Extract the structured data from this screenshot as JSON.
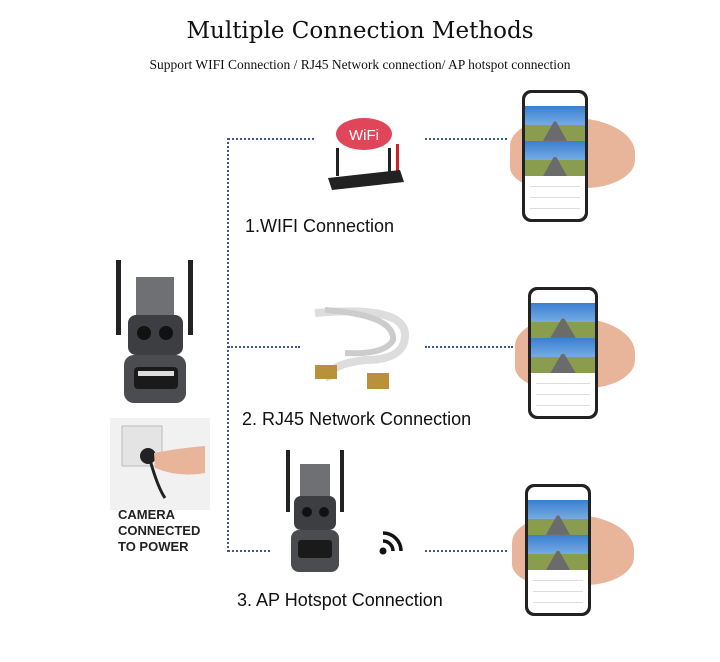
{
  "header": {
    "title": "Multiple Connection Methods",
    "subtitle": "Support WIFI Connection / RJ45 Network connection/ AP hotspot connection"
  },
  "methods": [
    {
      "label": "1.WIFI Connection",
      "icon": "wifi-router-icon",
      "badge": "WiFi"
    },
    {
      "label": "2. RJ45 Network Connection",
      "icon": "ethernet-cable-icon"
    },
    {
      "label": "3. AP Hotspot Connection",
      "icon": "wifi-signal-icon"
    }
  ],
  "power": {
    "caption_lines": [
      "CAMERA",
      "CONNECTED",
      "TO POWER"
    ]
  },
  "colors": {
    "connector": "#3a5b8c",
    "wifi_badge": "#e0455a"
  }
}
